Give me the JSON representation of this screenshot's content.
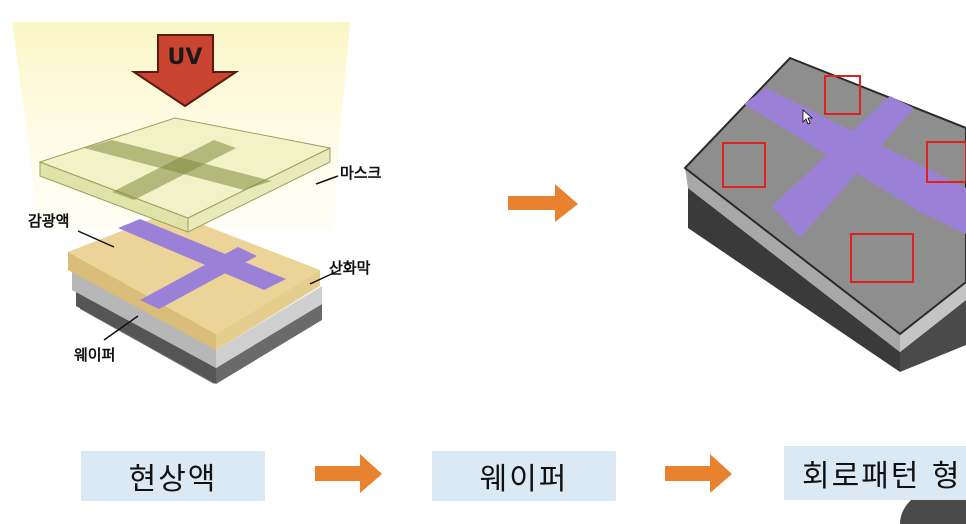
{
  "left_diagram": {
    "uv_label": "UV",
    "labels": {
      "mask": "마스크",
      "photoresist": "감광액",
      "oxide": "산화막",
      "wafer": "웨이퍼"
    }
  },
  "flow": {
    "step1": "현상액",
    "step2": "웨이퍼",
    "step3": "회로패턴 형"
  },
  "colors": {
    "arrow": "#e8822e",
    "pattern": "#9b80d8",
    "resist": "#e9cf8c",
    "box_fill": "#dbe9f5",
    "marker": "#e0201e"
  }
}
